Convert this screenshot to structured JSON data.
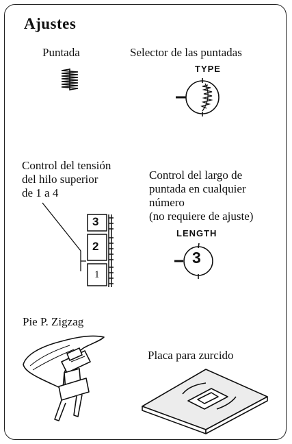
{
  "title": "Ajustes",
  "sections": {
    "stitch": {
      "label": "Puntada"
    },
    "stitch_selector": {
      "label": "Selector de las puntadas",
      "dial_caption": "TYPE"
    },
    "tension": {
      "label_lines": [
        "Control del tensión",
        "del hilo superior",
        "de 1 a 4"
      ],
      "scale_values": [
        "3",
        "2",
        "1"
      ]
    },
    "length": {
      "label_lines": [
        "Control del largo de",
        "puntada en cualquier",
        "número",
        "(no requiere de ajuste)"
      ],
      "dial_caption": "LENGTH",
      "dial_value": "3"
    },
    "presser_foot": {
      "label": "Pie P. Zigzag"
    },
    "darning_plate": {
      "label": "Placa para zurcido"
    }
  }
}
